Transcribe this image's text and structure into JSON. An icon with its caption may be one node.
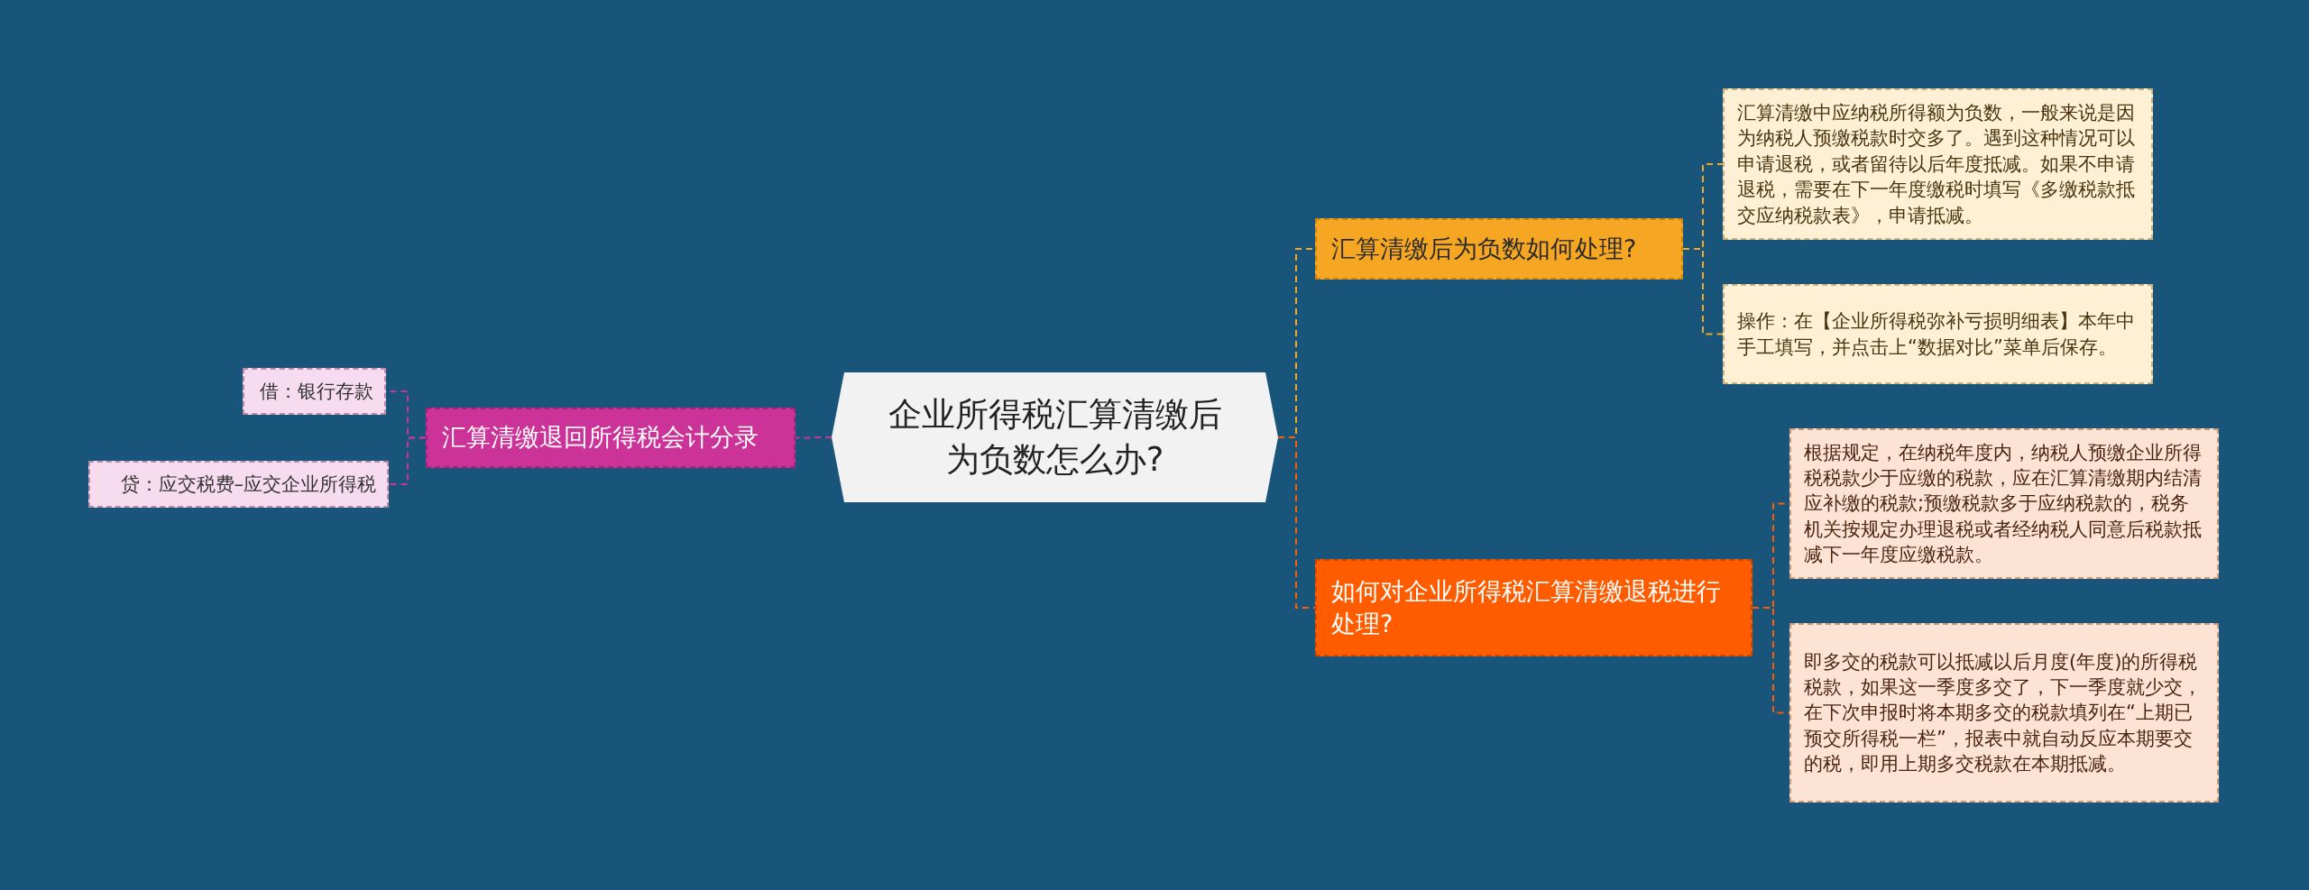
{
  "diagram": {
    "nodes": [
      {
        "text": [
          "企业所得税汇算清缴后为负数怎么办?"
        ]
      },
      {
        "text": [
          "汇算清缴后为负数如何处理?"
        ]
      },
      {
        "text": [
          "汇算清缴中应纳税所得额为负数，一般来说是因为纳税人预缴税款时交多了。遇到这种情况可以申请退税，或者留待以后年度抵减。如果不申请退税，需要在下一年度缴税时填写《多缴税款抵交应纳税款表》，申请抵减。"
        ]
      },
      {
        "text": [
          "操作：在【企业所得税弥补亏损明细表】本年中手工填写，并点击上“数据对比”菜单后保存。"
        ]
      },
      {
        "text": [
          "如何对企业所得税汇算清缴退税进行处理?"
        ]
      },
      {
        "text": [
          "根据规定，在纳税年度内，纳税人预缴企业所得税税款少于应缴的税款，应在汇算清缴期内结清应补缴的税款;预缴税款多于应纳税款的，税务机关按规定办理退税或者经纳税人同意后税款抵减下一年度应缴税款。"
        ]
      },
      {
        "text": [
          "即多交的税款可以抵减以后月度(年度)的所得税税款，如果这一季度多交了，下一季度就少交，在下次申报时将本期多交的税款填列在“上期已预交所得税一栏”，报表中就自动反应本期要交的税，即用上期多交税款在本期抵减。"
        ]
      },
      {
        "text": [
          "汇算清缴退回所得税会计分录"
        ]
      },
      {
        "text": [
          "借：银行存款"
        ]
      },
      {
        "text": [
          "贷：应交税费–应交企业所得税"
        ]
      }
    ],
    "edges": [
      {
        "from": 0,
        "to": 1,
        "arrow": "none",
        "color": "#f5a623"
      },
      {
        "from": 1,
        "to": 2,
        "arrow": "none",
        "color": "#f5a623"
      },
      {
        "from": 1,
        "to": 3,
        "arrow": "none",
        "color": "#f5a623"
      },
      {
        "from": 0,
        "to": 4,
        "arrow": "none",
        "color": "#ff5c00"
      },
      {
        "from": 4,
        "to": 5,
        "arrow": "none",
        "color": "#ff5c00"
      },
      {
        "from": 4,
        "to": 6,
        "arrow": "none",
        "color": "#ff5c00"
      },
      {
        "from": 0,
        "to": 7,
        "arrow": "none",
        "color": "#cc3399"
      },
      {
        "from": 7,
        "to": 8,
        "arrow": "none",
        "color": "#cc3399"
      },
      {
        "from": 7,
        "to": 9,
        "arrow": "none",
        "color": "#cc3399"
      }
    ]
  }
}
